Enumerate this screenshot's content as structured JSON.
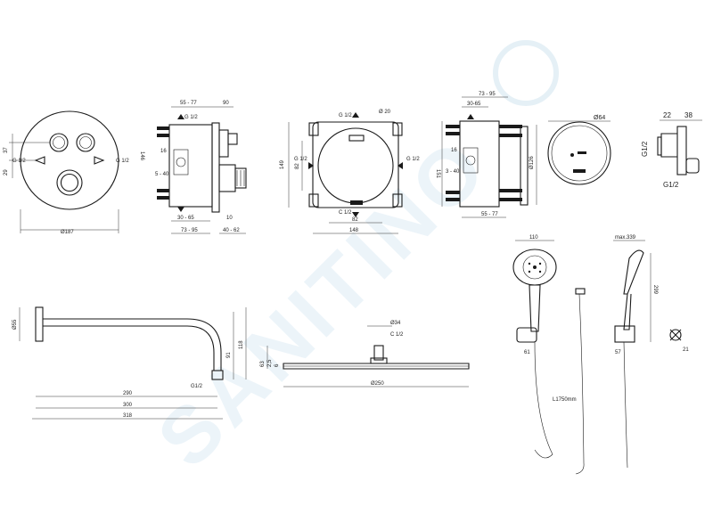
{
  "watermark": {
    "text": "SANITINO"
  },
  "dims": {
    "v1": {
      "d55_77": "55 - 77",
      "d90": "90",
      "g12": "G 1/2",
      "d146": "146",
      "d16": "16",
      "d5_40": "5 - 40",
      "d30_65": "30 - 65",
      "d10": "10",
      "d73_95": "73 - 95",
      "d40_62": "40 - 62"
    },
    "front": {
      "d37": "37",
      "d29": "29",
      "g12l": "G 1/2",
      "g12r": "G 1/2",
      "d187": "Ø187"
    },
    "box": {
      "g12top": "G 1/2",
      "d20": "Ø 20",
      "d149": "149",
      "d82v": "82",
      "g12l": "G 1/2",
      "g12r": "G 1/2",
      "c12": "C 1/2",
      "d82h": "82",
      "d148": "148"
    },
    "v2": {
      "d73_95": "73 - 95",
      "d30_65": "30-65",
      "d151": "151",
      "d16": "16",
      "d3_40": "3 - 40",
      "d126": "Ø126",
      "d55_77": "55 - 77"
    },
    "round": {
      "d64": "Ø64"
    },
    "elbow": {
      "d22": "22",
      "d38": "38",
      "g12v": "G1/2",
      "g12h": "G1/2"
    },
    "arm": {
      "d55": "Ø55",
      "d290": "290",
      "d300": "300",
      "d318": "318",
      "d118": "118",
      "d91": "91",
      "g12": "G1/2"
    },
    "head": {
      "d34": "Ø34",
      "c12": "C 1/2",
      "d63": "63",
      "d25": "2,5",
      "d6": "6",
      "d250": "Ø250"
    },
    "hand": {
      "d110": "110",
      "d61": "61",
      "hose": "L1750mm"
    },
    "holder": {
      "d339": "max.339",
      "d299": "299",
      "d57": "57",
      "d21": "21"
    }
  }
}
